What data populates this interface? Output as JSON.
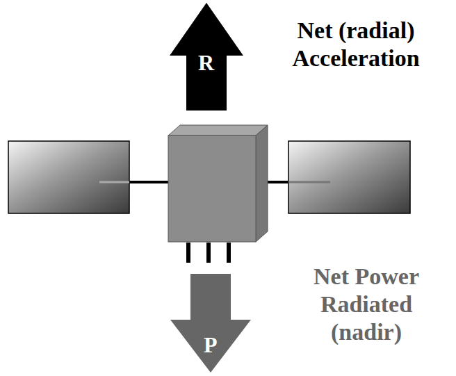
{
  "diagram": {
    "nodes": [
      {
        "text": [
          "R"
        ]
      },
      {
        "text": [
          "P"
        ]
      }
    ],
    "labels": [
      "Net (radial) Acceleration",
      "Net Power Radiated (nadir)"
    ]
  }
}
